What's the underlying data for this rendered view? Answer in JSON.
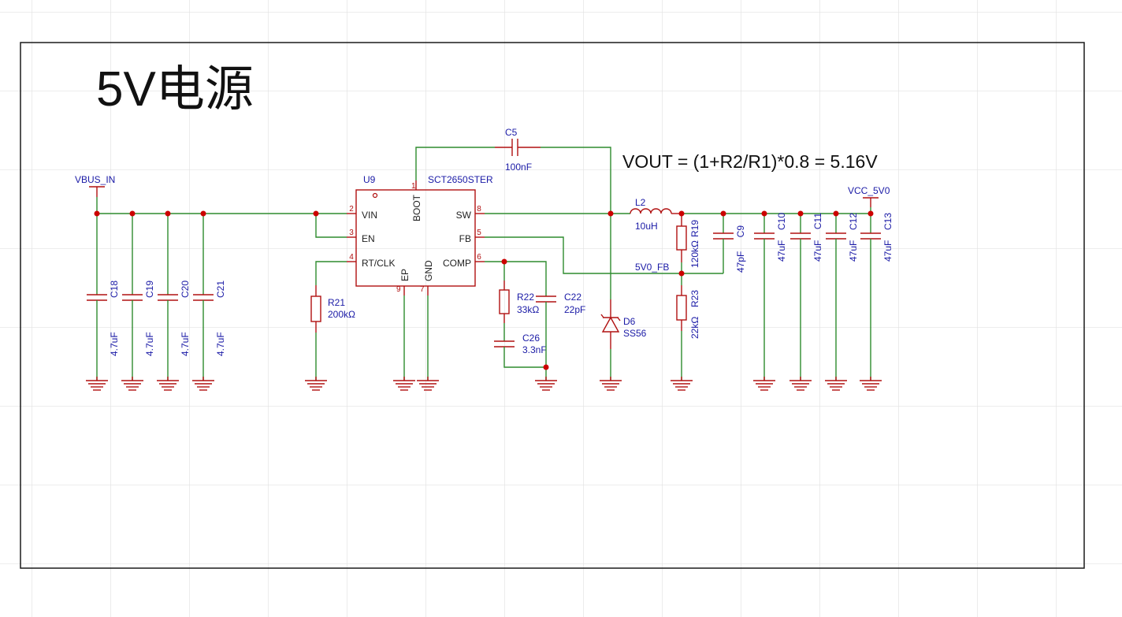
{
  "title": "5V电源",
  "formula": "VOUT = (1+R2/R1)*0.8 = 5.16V",
  "nets": {
    "vbus_in": "VBUS_IN",
    "vcc_5v0": "VCC_5V0",
    "fb": "5V0_FB"
  },
  "ic": {
    "ref": "U9",
    "part": "SCT2650STER",
    "pins": {
      "vin": "VIN",
      "vin_num": "2",
      "en": "EN",
      "en_num": "3",
      "rt": "RT/CLK",
      "rt_num": "4",
      "boot": "BOOT",
      "boot_num": "1",
      "sw": "SW",
      "sw_num": "8",
      "fb": "FB",
      "fb_num": "5",
      "comp": "COMP",
      "comp_num": "6",
      "ep": "EP",
      "ep_num": "9",
      "gnd": "GND",
      "gnd_num": "7"
    }
  },
  "components": {
    "c18": {
      "ref": "C18",
      "value": "4.7uF"
    },
    "c19": {
      "ref": "C19",
      "value": "4.7uF"
    },
    "c20": {
      "ref": "C20",
      "value": "4.7uF"
    },
    "c21": {
      "ref": "C21",
      "value": "4.7uF"
    },
    "r21": {
      "ref": "R21",
      "value": "200kΩ"
    },
    "r22": {
      "ref": "R22",
      "value": "33kΩ"
    },
    "c22": {
      "ref": "C22",
      "value": "22pF"
    },
    "c26": {
      "ref": "C26",
      "value": "3.3nF"
    },
    "c5": {
      "ref": "C5",
      "value": "100nF"
    },
    "l2": {
      "ref": "L2",
      "value": "10uH"
    },
    "d6": {
      "ref": "D6",
      "value": "SS56"
    },
    "r19": {
      "ref": "R19",
      "value": "120kΩ"
    },
    "r23": {
      "ref": "R23",
      "value": "22kΩ"
    },
    "c9": {
      "ref": "C9",
      "value": "47pF"
    },
    "c10": {
      "ref": "C10",
      "value": "47uF"
    },
    "c11": {
      "ref": "C11",
      "value": "47uF"
    },
    "c12": {
      "ref": "C12",
      "value": "47uF"
    },
    "c13": {
      "ref": "C13",
      "value": "47uF"
    }
  },
  "colors": {
    "wire": "#2e8b2e",
    "part": "#b01010",
    "label": "#1a1aa6",
    "junction": "#cc0000",
    "grid": "#e2e2e2"
  }
}
